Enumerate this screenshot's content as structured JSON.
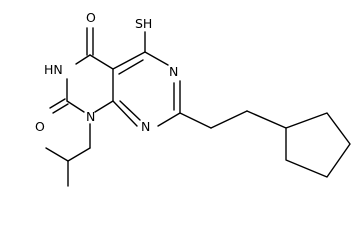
{
  "atoms": {
    "o_top": "O",
    "sh": "SH",
    "nh": "HN",
    "n_ring_right": "N",
    "o_bottom": "O",
    "n_bridge_left": "N",
    "n_bridge_right": "N"
  },
  "colors": {
    "bond": "#000000",
    "text": "#000000",
    "background": "#ffffff"
  }
}
